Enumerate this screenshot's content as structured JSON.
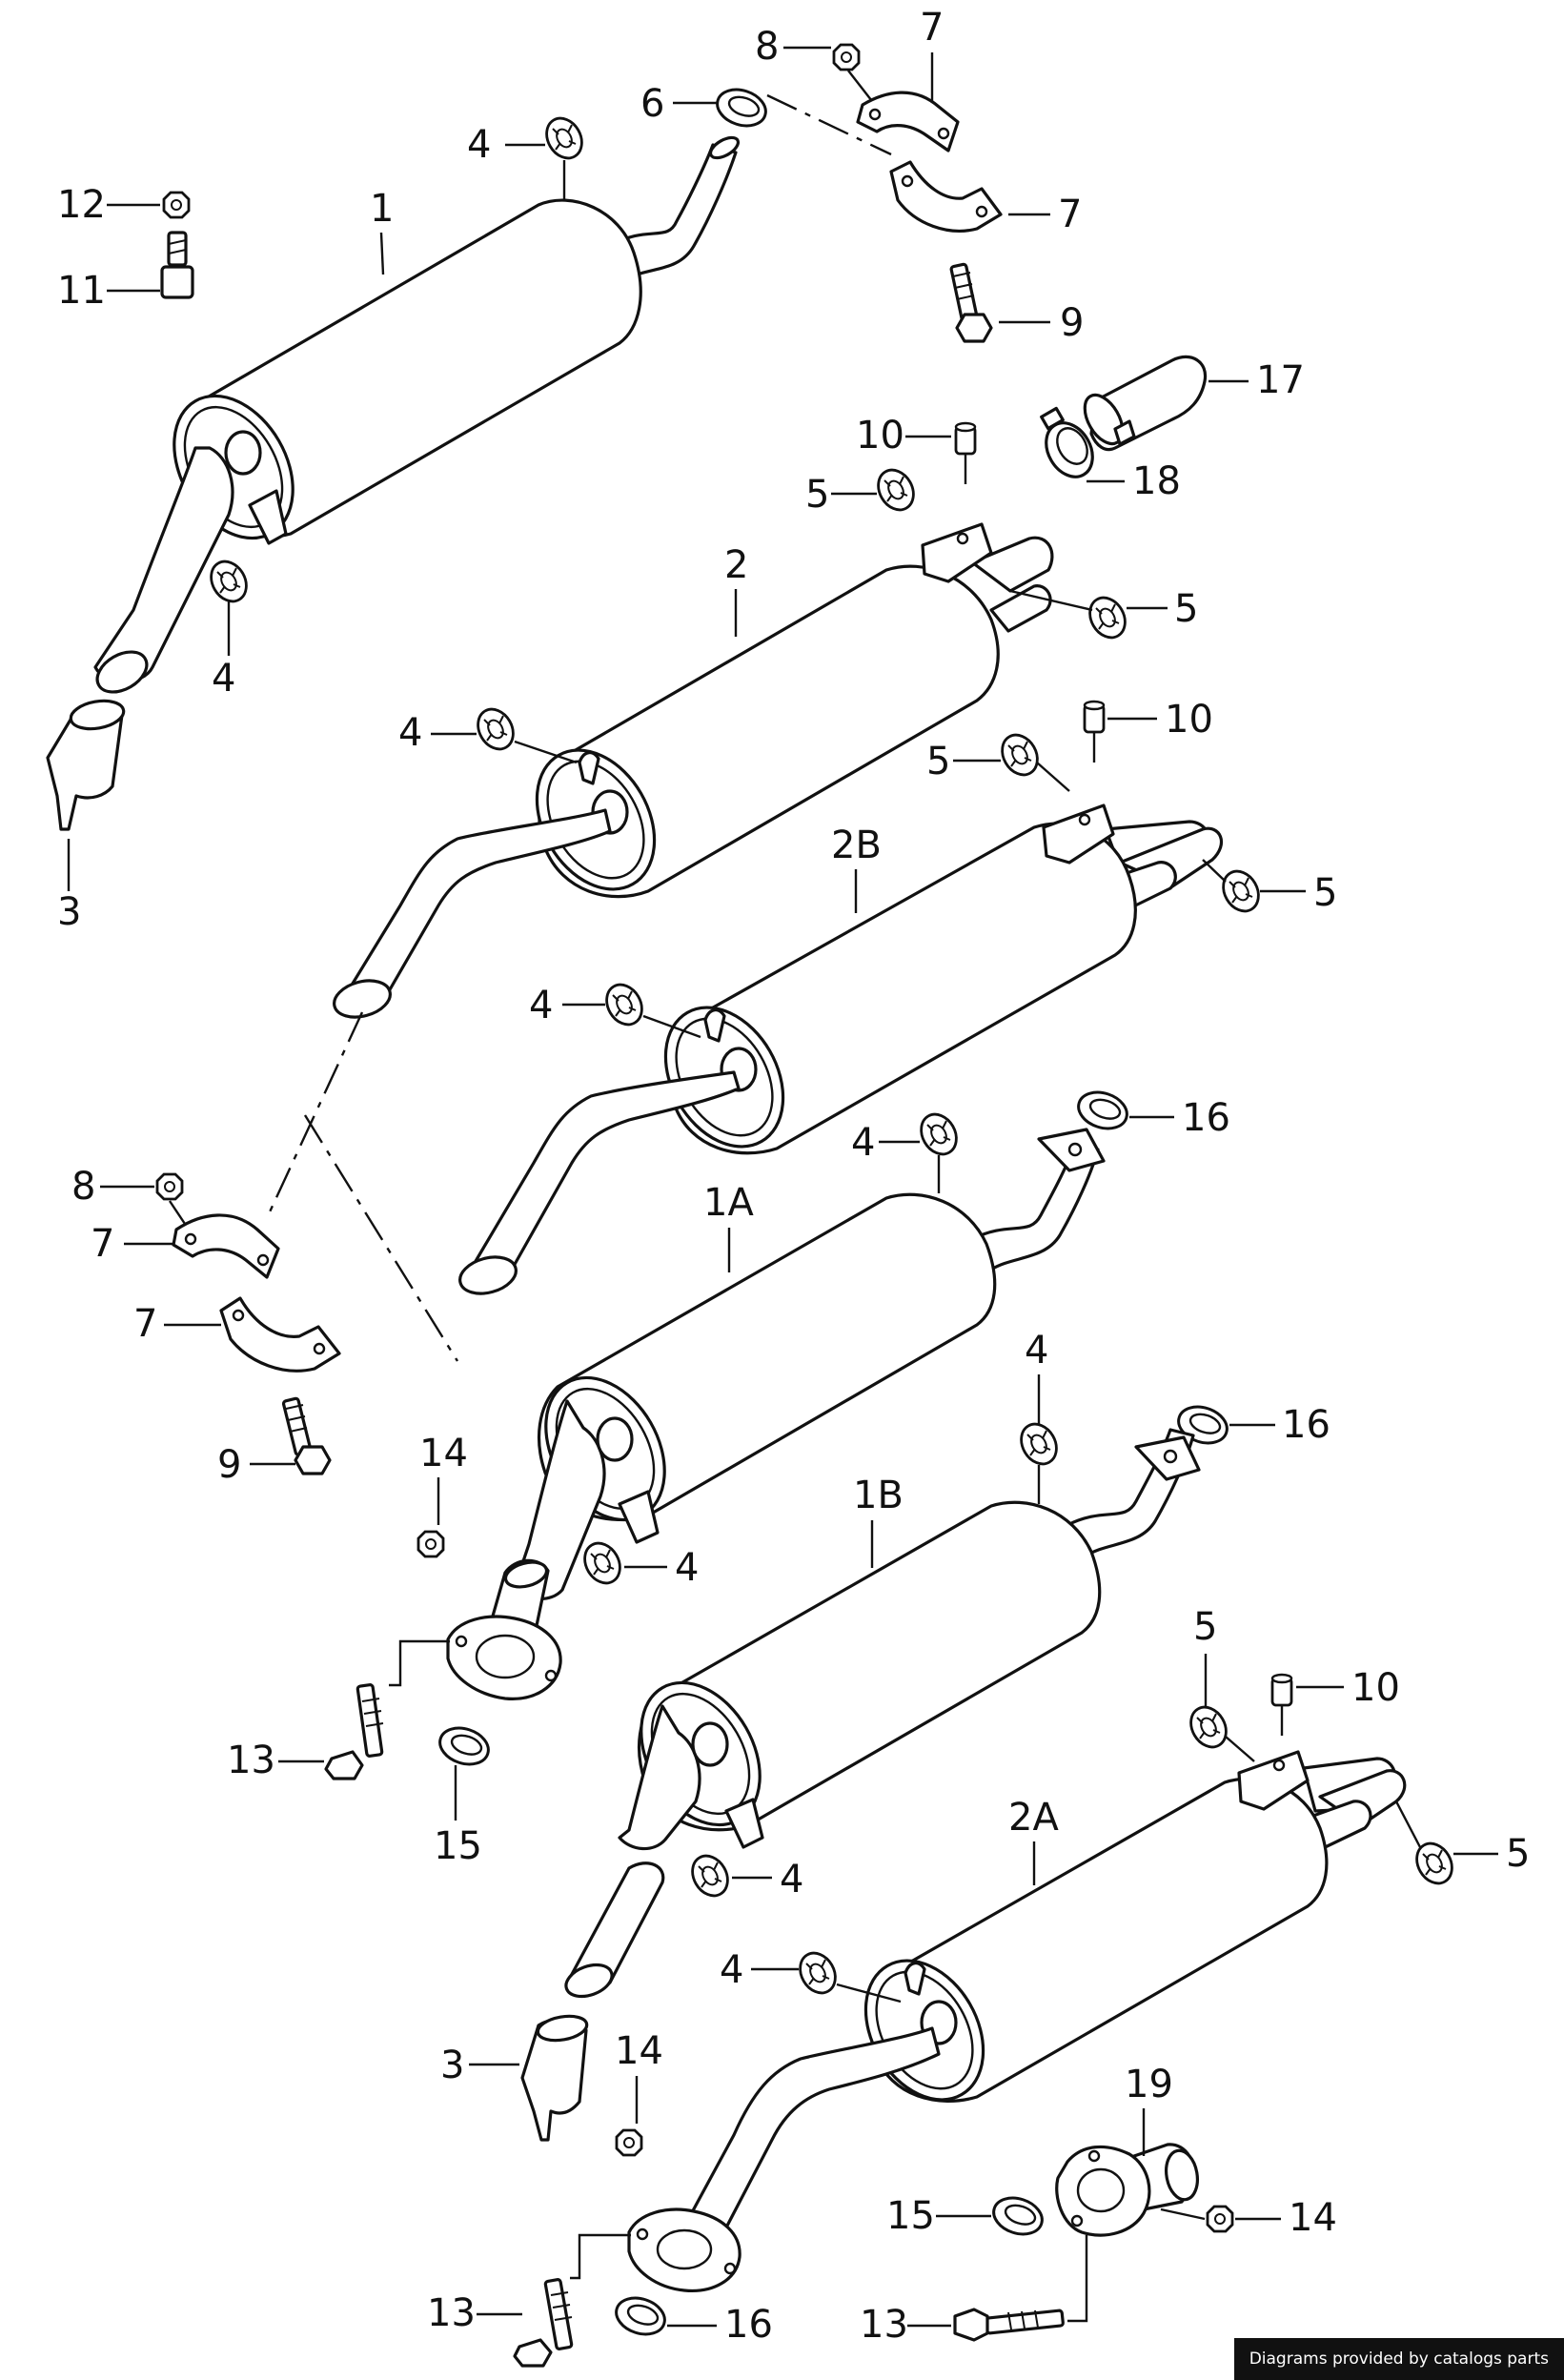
{
  "diagram": {
    "callouts": [
      {
        "id": "c1",
        "text": "1"
      },
      {
        "id": "c2",
        "text": "2"
      },
      {
        "id": "c2B",
        "text": "2B"
      },
      {
        "id": "c1A",
        "text": "1A"
      },
      {
        "id": "c1B",
        "text": "1B"
      },
      {
        "id": "c2A",
        "text": "2A"
      },
      {
        "id": "c3a",
        "text": "3"
      },
      {
        "id": "c3b",
        "text": "3"
      },
      {
        "id": "c4a",
        "text": "4"
      },
      {
        "id": "c4b",
        "text": "4"
      },
      {
        "id": "c4c",
        "text": "4"
      },
      {
        "id": "c4d",
        "text": "4"
      },
      {
        "id": "c4e",
        "text": "4"
      },
      {
        "id": "c4f",
        "text": "4"
      },
      {
        "id": "c4g",
        "text": "4"
      },
      {
        "id": "c4h",
        "text": "4"
      },
      {
        "id": "c4i",
        "text": "4"
      },
      {
        "id": "c5a",
        "text": "5"
      },
      {
        "id": "c5b",
        "text": "5"
      },
      {
        "id": "c5c",
        "text": "5"
      },
      {
        "id": "c5d",
        "text": "5"
      },
      {
        "id": "c5e",
        "text": "5"
      },
      {
        "id": "c5f",
        "text": "5"
      },
      {
        "id": "c6",
        "text": "6"
      },
      {
        "id": "c7a",
        "text": "7"
      },
      {
        "id": "c7b",
        "text": "7"
      },
      {
        "id": "c7c",
        "text": "7"
      },
      {
        "id": "c7d",
        "text": "7"
      },
      {
        "id": "c8a",
        "text": "8"
      },
      {
        "id": "c8b",
        "text": "8"
      },
      {
        "id": "c9a",
        "text": "9"
      },
      {
        "id": "c9b",
        "text": "9"
      },
      {
        "id": "c10a",
        "text": "10"
      },
      {
        "id": "c10b",
        "text": "10"
      },
      {
        "id": "c10c",
        "text": "10"
      },
      {
        "id": "c11",
        "text": "11"
      },
      {
        "id": "c12",
        "text": "12"
      },
      {
        "id": "c13a",
        "text": "13"
      },
      {
        "id": "c13b",
        "text": "13"
      },
      {
        "id": "c13c",
        "text": "13"
      },
      {
        "id": "c14a",
        "text": "14"
      },
      {
        "id": "c14b",
        "text": "14"
      },
      {
        "id": "c14c",
        "text": "14"
      },
      {
        "id": "c15a",
        "text": "15"
      },
      {
        "id": "c15b",
        "text": "15"
      },
      {
        "id": "c16a",
        "text": "16"
      },
      {
        "id": "c16b",
        "text": "16"
      },
      {
        "id": "c16c",
        "text": "16"
      },
      {
        "id": "c17",
        "text": "17"
      },
      {
        "id": "c18",
        "text": "18"
      },
      {
        "id": "c19",
        "text": "19"
      }
    ]
  },
  "footer": {
    "credit": "Diagrams provided by catalogs parts"
  }
}
